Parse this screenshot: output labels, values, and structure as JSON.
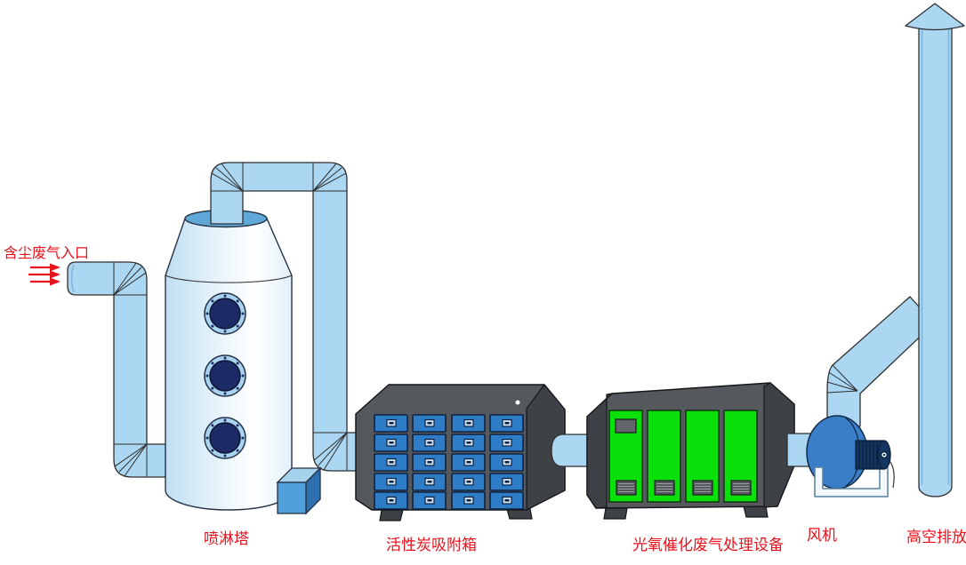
{
  "labels": {
    "inlet": "含尘废气入口",
    "spray_tower": "喷淋塔",
    "carbon_box": "活性炭吸附箱",
    "photo_unit": "光氧催化废气处理设备",
    "fan": "风机",
    "stack": "高空排放"
  },
  "flow_order": [
    "含尘废气入口",
    "喷淋塔",
    "活性炭吸附箱",
    "光氧催化废气处理设备",
    "风机",
    "高空排放"
  ],
  "icons": {
    "flow_arrows": "triple-right-arrows",
    "stack_arrow": "up-arrow"
  },
  "carbon_box": {
    "drawer_rows": 5,
    "drawer_cols": 4
  },
  "photo_unit": {
    "panels": 4
  },
  "spray_tower": {
    "portholes": 3
  },
  "colors": {
    "duct": "#abd7f2",
    "duct_dark": "#7fb4d8",
    "outline": "#2f2f2f",
    "label_red": "#e8111c",
    "collar": "#5fa8d8",
    "porthole_rim": "#a9d4ef",
    "porthole_glass": "#1c2a66",
    "cabinet": "#55595d",
    "cabinet_dark": "#3e4246",
    "drawer": "#2e7bc6",
    "drawer_edge": "#0e2240",
    "panel_green": "#0ae00a",
    "fan_blue": "#3a7ec8",
    "motor_navy": "#143560",
    "cube_front": "#4f9fd8",
    "cube_top": "#a6d2ee",
    "cube_side": "#2e6fb0"
  }
}
